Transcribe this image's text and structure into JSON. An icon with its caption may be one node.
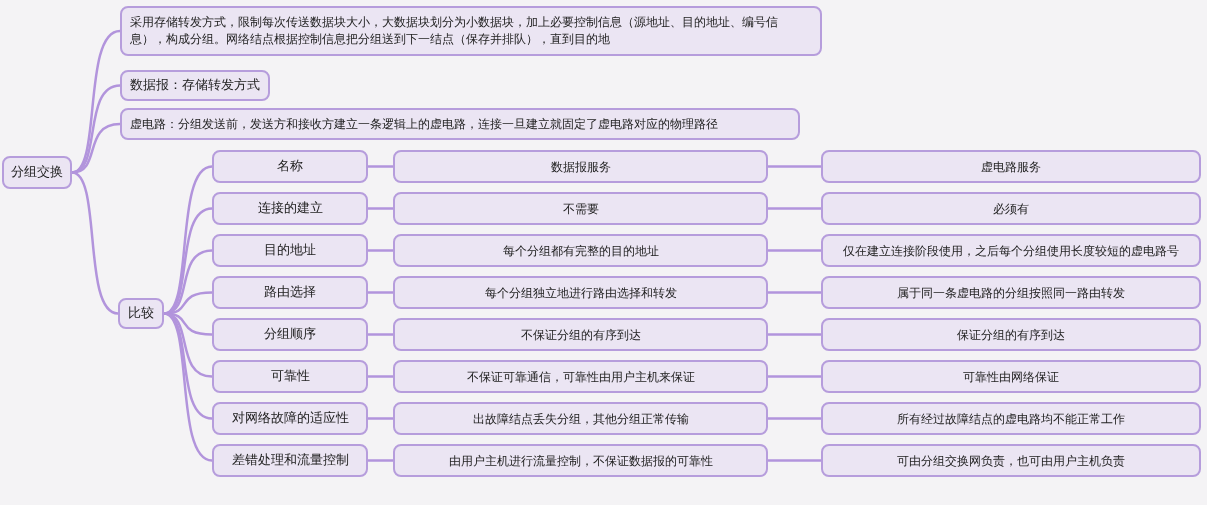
{
  "diagram": {
    "nodes": [
      {
        "text": [
          "分组交换"
        ]
      },
      {
        "text": [
          "采用存储转发方式，限制每次传送数据块大小，大数据块划分为小数据块，加上必要控制信息（源地址、目的地址、编号信息），构成分组。网络结点根据控制信息把分组送到下一结点（保存并排队），直到目的地"
        ]
      },
      {
        "text": [
          "数据报：存储转发方式"
        ]
      },
      {
        "text": [
          "虚电路：分组发送前，发送方和接收方建立一条逻辑上的虚电路，连接一旦建立就固定了虚电路对应的物理路径"
        ]
      },
      {
        "text": [
          "比较"
        ]
      },
      {
        "text": [
          "名称"
        ]
      },
      {
        "text": [
          "数据报服务"
        ]
      },
      {
        "text": [
          "虚电路服务"
        ]
      },
      {
        "text": [
          "连接的建立"
        ]
      },
      {
        "text": [
          "不需要"
        ]
      },
      {
        "text": [
          "必须有"
        ]
      },
      {
        "text": [
          "目的地址"
        ]
      },
      {
        "text": [
          "每个分组都有完整的目的地址"
        ]
      },
      {
        "text": [
          "仅在建立连接阶段使用，之后每个分组使用长度较短的虚电路号"
        ]
      },
      {
        "text": [
          "路由选择"
        ]
      },
      {
        "text": [
          "每个分组独立地进行路由选择和转发"
        ]
      },
      {
        "text": [
          "属于同一条虚电路的分组按照同一路由转发"
        ]
      },
      {
        "text": [
          "分组顺序"
        ]
      },
      {
        "text": [
          "不保证分组的有序到达"
        ]
      },
      {
        "text": [
          "保证分组的有序到达"
        ]
      },
      {
        "text": [
          "可靠性"
        ]
      },
      {
        "text": [
          "不保证可靠通信，可靠性由用户主机来保证"
        ]
      },
      {
        "text": [
          "可靠性由网络保证"
        ]
      },
      {
        "text": [
          "对网络故障的适应性"
        ]
      },
      {
        "text": [
          "出故障结点丢失分组，其他分组正常传输"
        ]
      },
      {
        "text": [
          "所有经过故障结点的虚电路均不能正常工作"
        ]
      },
      {
        "text": [
          "差错处理和流量控制"
        ]
      },
      {
        "text": [
          "由用户主机进行流量控制，不保证数据报的可靠性"
        ]
      },
      {
        "text": [
          "可由分组交换网负责，也可由用户主机负责"
        ]
      }
    ],
    "edges": [
      {
        "from": 0,
        "to": 1,
        "arrow": "none"
      },
      {
        "from": 0,
        "to": 2,
        "arrow": "none"
      },
      {
        "from": 0,
        "to": 3,
        "arrow": "none"
      },
      {
        "from": 0,
        "to": 4,
        "arrow": "none"
      },
      {
        "from": 4,
        "to": 5,
        "arrow": "none"
      },
      {
        "from": 5,
        "to": 6,
        "arrow": "none"
      },
      {
        "from": 6,
        "to": 7,
        "arrow": "none"
      },
      {
        "from": 4,
        "to": 8,
        "arrow": "none"
      },
      {
        "from": 8,
        "to": 9,
        "arrow": "none"
      },
      {
        "from": 9,
        "to": 10,
        "arrow": "none"
      },
      {
        "from": 4,
        "to": 11,
        "arrow": "none"
      },
      {
        "from": 11,
        "to": 12,
        "arrow": "none"
      },
      {
        "from": 12,
        "to": 13,
        "arrow": "none"
      },
      {
        "from": 4,
        "to": 14,
        "arrow": "none"
      },
      {
        "from": 14,
        "to": 15,
        "arrow": "none"
      },
      {
        "from": 15,
        "to": 16,
        "arrow": "none"
      },
      {
        "from": 4,
        "to": 17,
        "arrow": "none"
      },
      {
        "from": 17,
        "to": 18,
        "arrow": "none"
      },
      {
        "from": 18,
        "to": 19,
        "arrow": "none"
      },
      {
        "from": 4,
        "to": 20,
        "arrow": "none"
      },
      {
        "from": 20,
        "to": 21,
        "arrow": "none"
      },
      {
        "from": 21,
        "to": 22,
        "arrow": "none"
      },
      {
        "from": 4,
        "to": 23,
        "arrow": "none"
      },
      {
        "from": 23,
        "to": 24,
        "arrow": "none"
      },
      {
        "from": 24,
        "to": 25,
        "arrow": "none"
      },
      {
        "from": 4,
        "to": 26,
        "arrow": "none"
      },
      {
        "from": 26,
        "to": 27,
        "arrow": "none"
      },
      {
        "from": 27,
        "to": 28,
        "arrow": "none"
      }
    ]
  }
}
